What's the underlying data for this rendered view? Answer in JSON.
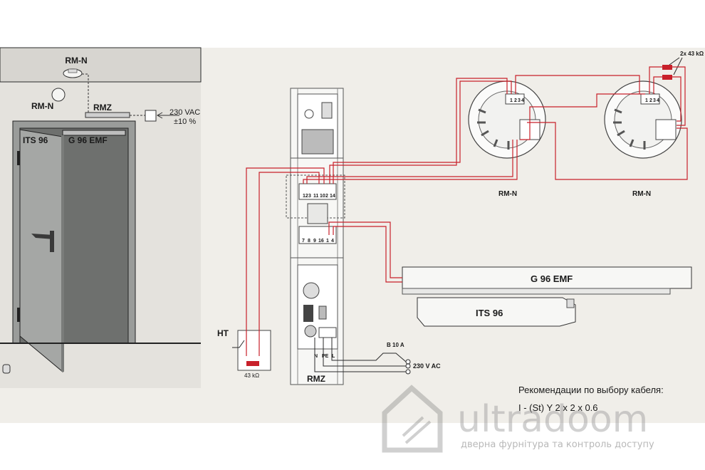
{
  "left_panel": {
    "rm_n_top": "RM-N",
    "rm_n_side": "RM-N",
    "rmz": "RMZ",
    "supply_line1": "230 VAC",
    "supply_line2": "±10 %",
    "its96": "ITS 96",
    "g96emf": "G 96 EMF"
  },
  "wiring": {
    "rmz_terminals_top": [
      "12",
      "3",
      "11",
      "10",
      "2",
      "14"
    ],
    "rmz_terminals_bottom": [
      "7",
      "8",
      "9",
      "16",
      "1",
      "4"
    ],
    "rmz_power_terminals": [
      "N",
      "PE",
      "L"
    ],
    "ht_label": "HT",
    "ht_resistor": "43 kΩ",
    "rmz_label": "RMZ",
    "breaker": "B 10 A",
    "supply": "230 V AC",
    "resistors": "2x 43 kΩ",
    "detector_terminals": [
      "1",
      "2",
      "3",
      "4"
    ],
    "detector1_label": "RM-N",
    "detector2_label": "RM-N",
    "g96emf_bar": "G 96 EMF",
    "its96_body": "ITS 96"
  },
  "cable_note": {
    "heading": "Рекомендации по выбору кабеля:",
    "spec": "I - (St) Y 2 x 2 x 0.6"
  },
  "watermark": {
    "brand": "ultradoom",
    "tagline": "дверна фурнітура та контроль доступу"
  },
  "colors": {
    "wire": "#c8202a",
    "background_panel": "#f0eee9",
    "wall": "#dcdad5",
    "door": "#9fa19f"
  }
}
